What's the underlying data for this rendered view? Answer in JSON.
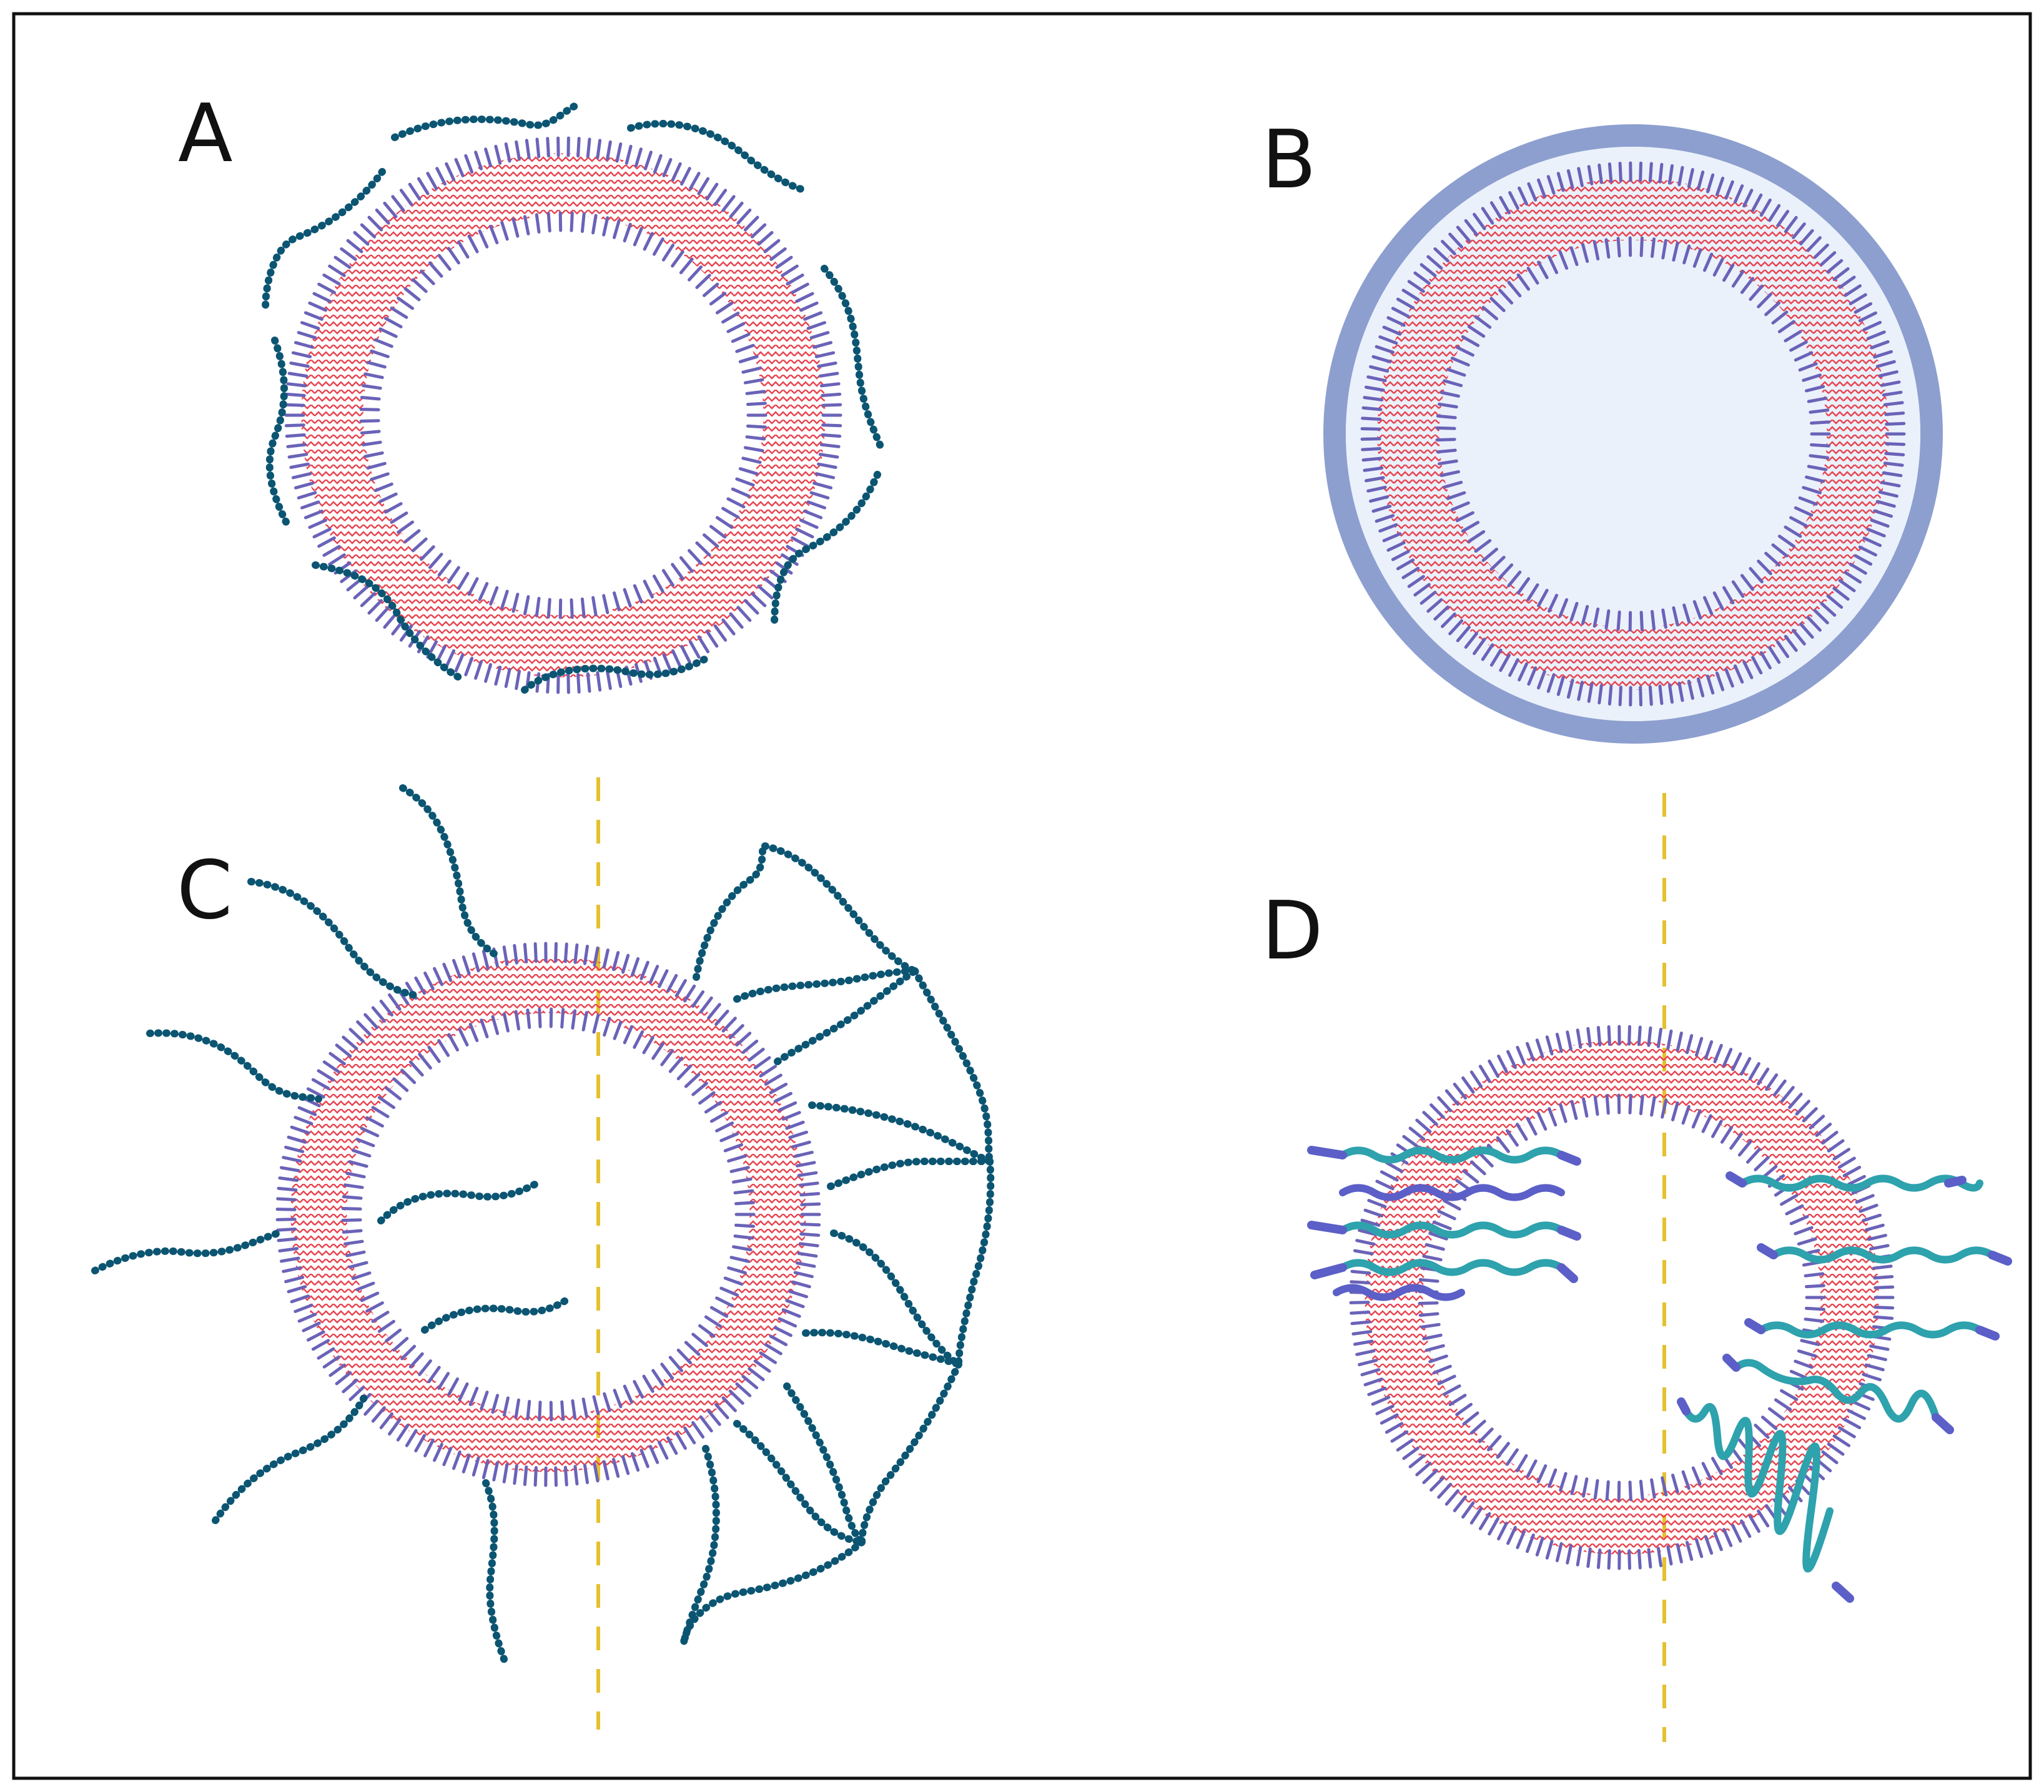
{
  "panels": [
    {
      "id": "A",
      "label": "A",
      "coating": "adsorbed-chains"
    },
    {
      "id": "B",
      "label": "B",
      "coating": "shell-layer"
    },
    {
      "id": "C",
      "label": "C",
      "coating": "grafted-chains"
    },
    {
      "id": "D",
      "label": "D",
      "coating": "inserted-chains"
    }
  ],
  "colors": {
    "lipid_tail": "#e8434f",
    "lipid_head": "#6a63b8",
    "polymer_chain": "#0b5572",
    "shell": "#8d9fcf",
    "core_fill": "#eaf1fb",
    "insert_chain": "#2ea2ad",
    "insert_end": "#5b5fc7",
    "divider": "#e6c12f",
    "border": "#111111"
  }
}
